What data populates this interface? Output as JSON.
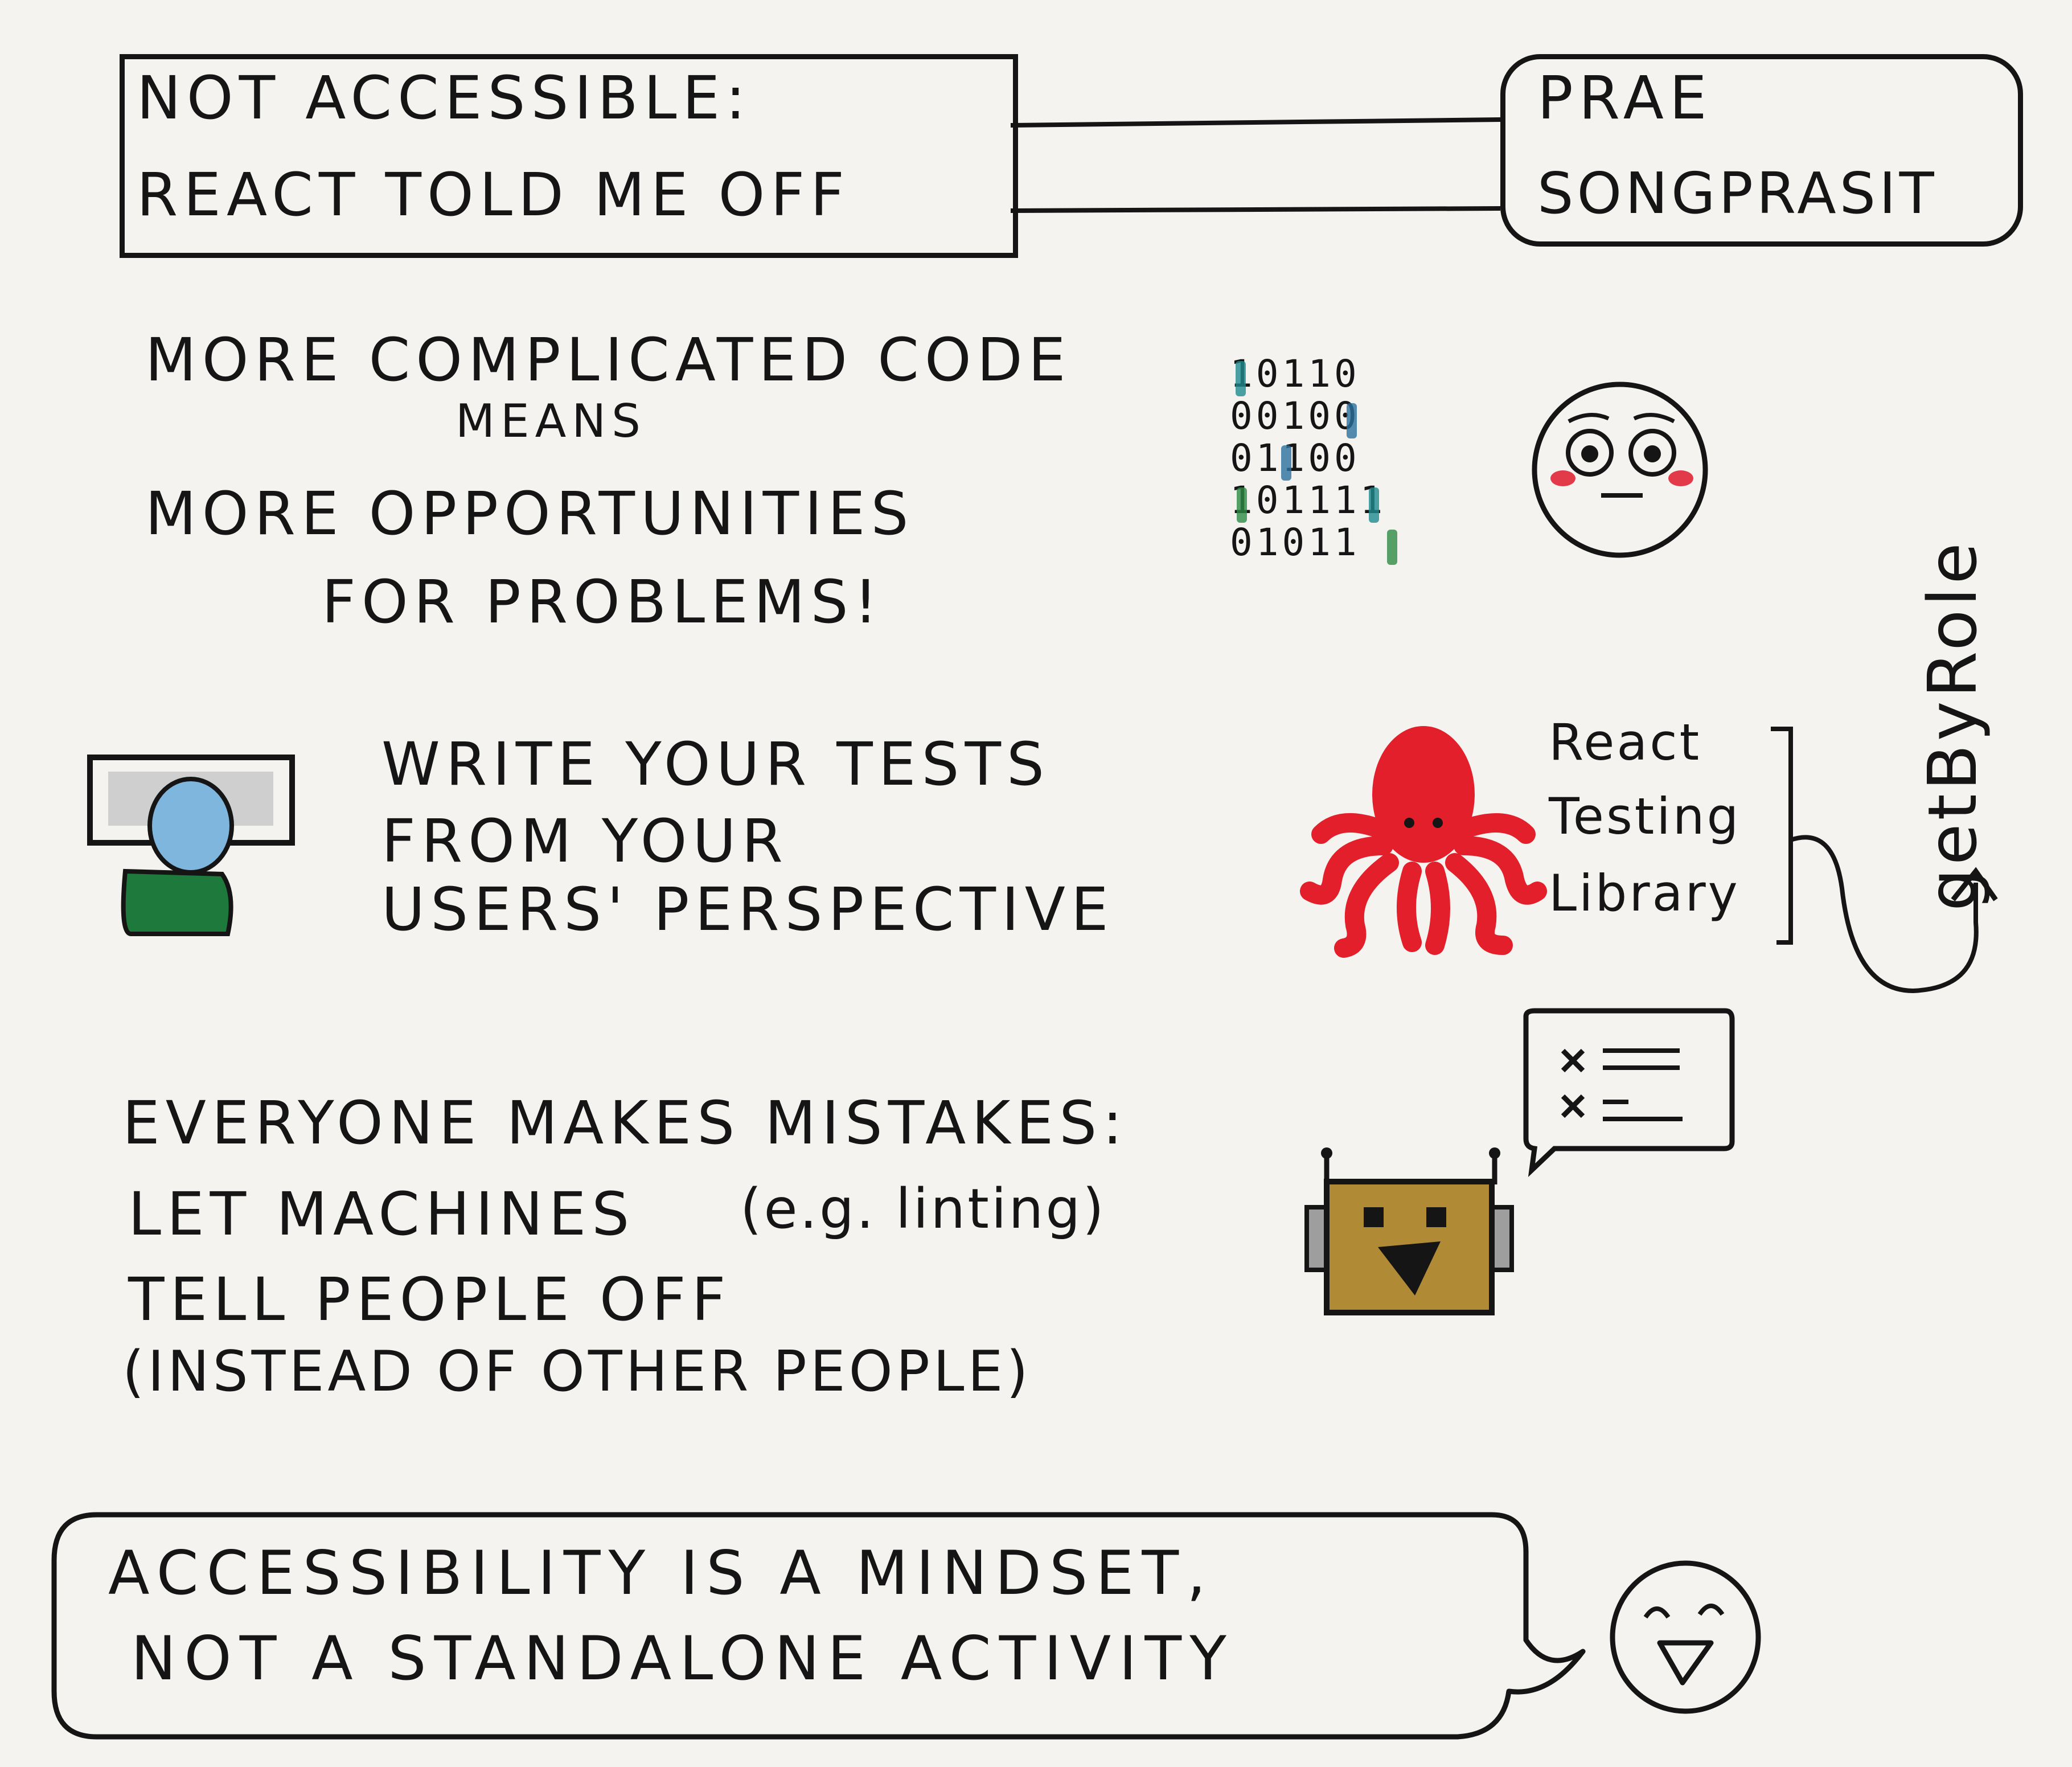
{
  "title_box": {
    "line1": "NOT ACCESSIBLE:",
    "line2": "REACT TOLD ME OFF"
  },
  "speaker_box": {
    "line1": "PRAE",
    "line2": "SONGPRASIT"
  },
  "point1": {
    "line1": "MORE COMPLICATED CODE",
    "line2": "MEANS",
    "line3": "MORE OPPORTUNITIES",
    "line4": "FOR PROBLEMS!"
  },
  "binary_rows": [
    "10110",
    "00100",
    "01100",
    "101111",
    "01011"
  ],
  "point2": {
    "line1": "WRITE YOUR TESTS",
    "line2": "FROM YOUR",
    "line3": "USERS' PERSPECTIVE"
  },
  "library": {
    "line1": "React",
    "line2": "Testing",
    "line3": "Library",
    "query": "getByRole"
  },
  "point3": {
    "line1": "EVERYONE MAKES MISTAKES:",
    "line2_caps": "LET MACHINES",
    "line2_paren": "(e.g. linting)",
    "line3": "TELL PEOPLE OFF",
    "line4": "(INSTEAD OF OTHER PEOPLE)"
  },
  "conclusion": {
    "line1": "ACCESSIBILITY IS A MINDSET,",
    "line2": "NOT A STANDALONE ACTIVITY"
  },
  "colors": {
    "ink": "#151515",
    "paper": "#f4f3ef",
    "octopus": "#e21f2a",
    "robot": "#b08a35",
    "blush": "#e33a4a",
    "user_head": "#7fb6dd",
    "user_body": "#1d7a3c",
    "binary_teal": "#1f8a8e",
    "binary_blue": "#2a6f9e",
    "binary_green": "#2e8a43"
  },
  "icons": [
    "binary-code-icon",
    "worried-face-icon",
    "user-at-screen-icon",
    "octopus-icon",
    "robot-icon",
    "checklist-icon",
    "smiling-face-icon"
  ]
}
